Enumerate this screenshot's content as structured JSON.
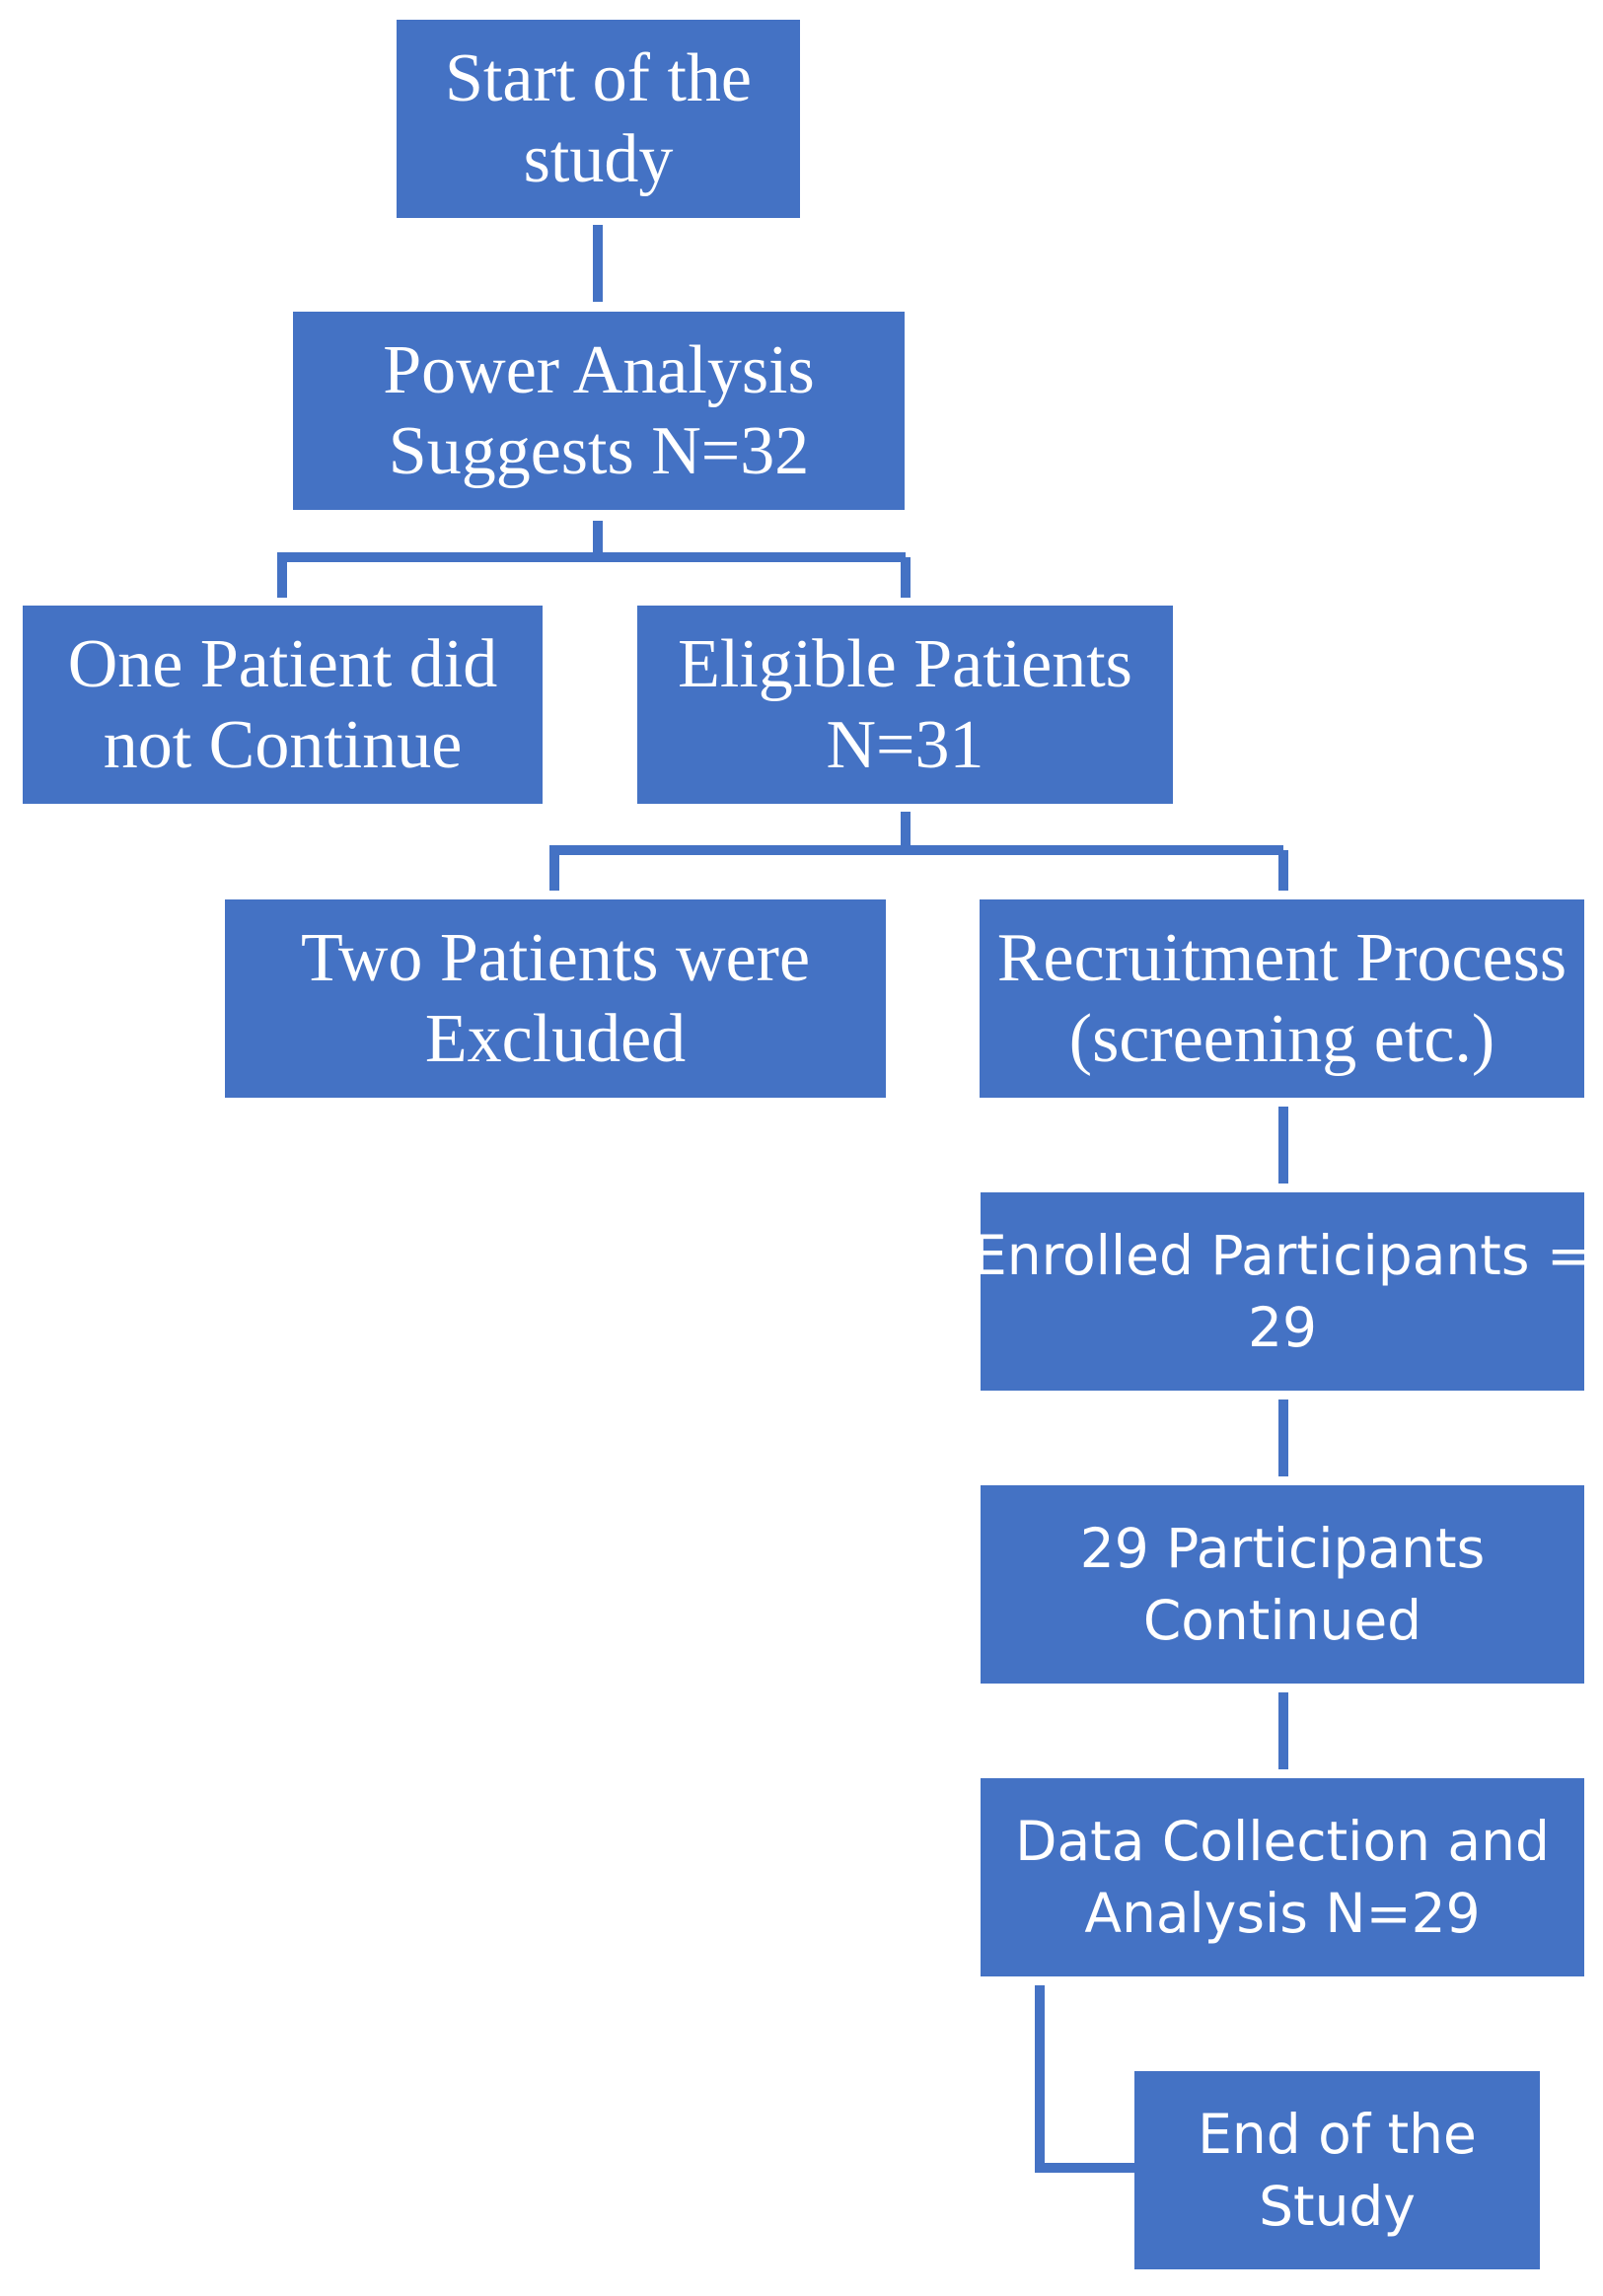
{
  "colors": {
    "box_fill": "#4472c4",
    "connector": "#4472c4",
    "text": "#ffffff"
  },
  "boxes": {
    "start": {
      "lines": [
        "Start of the",
        "study"
      ]
    },
    "power": {
      "lines": [
        "Power Analysis",
        "Suggests N=32"
      ]
    },
    "one_patient": {
      "lines": [
        "One Patient did",
        "not Continue"
      ]
    },
    "eligible": {
      "lines": [
        "Eligible Patients",
        "N=31"
      ]
    },
    "two_excluded": {
      "lines": [
        "Two Patients were",
        "Excluded"
      ]
    },
    "recruitment": {
      "lines": [
        "Recruitment Process",
        "(screening etc.)"
      ]
    },
    "enrolled": {
      "lines": [
        "Enrolled Participants =",
        "29"
      ]
    },
    "continued": {
      "lines": [
        "29 Participants",
        "Continued"
      ]
    },
    "data_collection": {
      "lines": [
        "Data Collection and",
        "Analysis N=29"
      ]
    },
    "end": {
      "lines": [
        "End of the",
        "Study"
      ]
    }
  }
}
